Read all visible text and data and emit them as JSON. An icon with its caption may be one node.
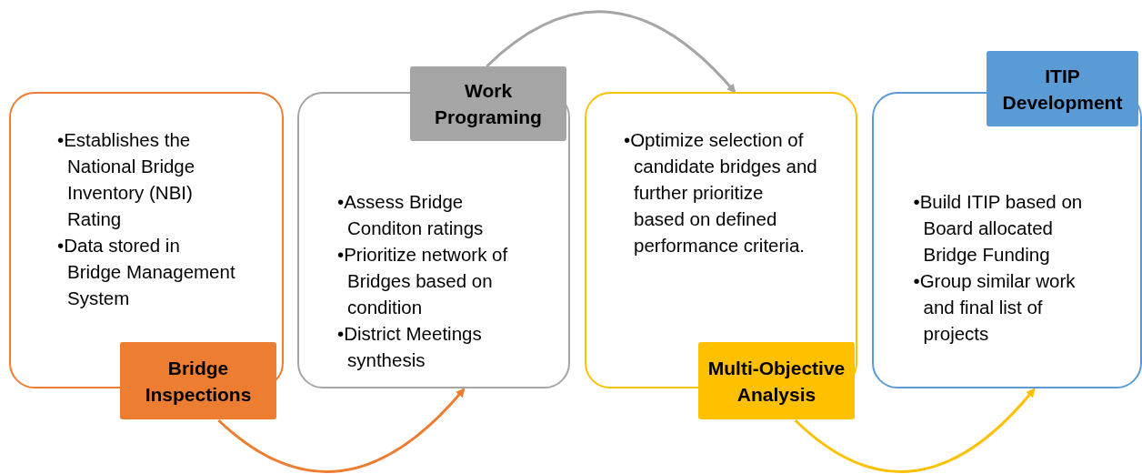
{
  "diagram": {
    "nodes": [
      {
        "text": [
          "•Establishes the National Bridge Inventory (NBI) Rating",
          "•Data stored in Bridge Management System"
        ]
      },
      {
        "text": [
          "Bridge Inspections"
        ]
      },
      {
        "text": [
          "•Assess Bridge Conditon ratings",
          "•Prioritize network of Bridges based on condition",
          "•District Meetings synthesis"
        ]
      },
      {
        "text": [
          "Work Programing"
        ]
      },
      {
        "text": [
          "•Optimize selection of candidate bridges and further prioritize based on defined performance criteria."
        ]
      },
      {
        "text": [
          "Multi-Objective Analysis"
        ]
      },
      {
        "text": [
          "•Build ITIP based on Board allocated Bridge Funding",
          "•Group similar work and final list of projects"
        ]
      },
      {
        "text": [
          "ITIP Development"
        ]
      }
    ],
    "edges": [
      {
        "from": 1,
        "to": 2,
        "arrow": "to",
        "color": "#ed7d31"
      },
      {
        "from": 3,
        "to": 4,
        "arrow": "to",
        "color": "#a5a5a5"
      },
      {
        "from": 5,
        "to": 6,
        "arrow": "to",
        "color": "#ffc000"
      }
    ]
  }
}
